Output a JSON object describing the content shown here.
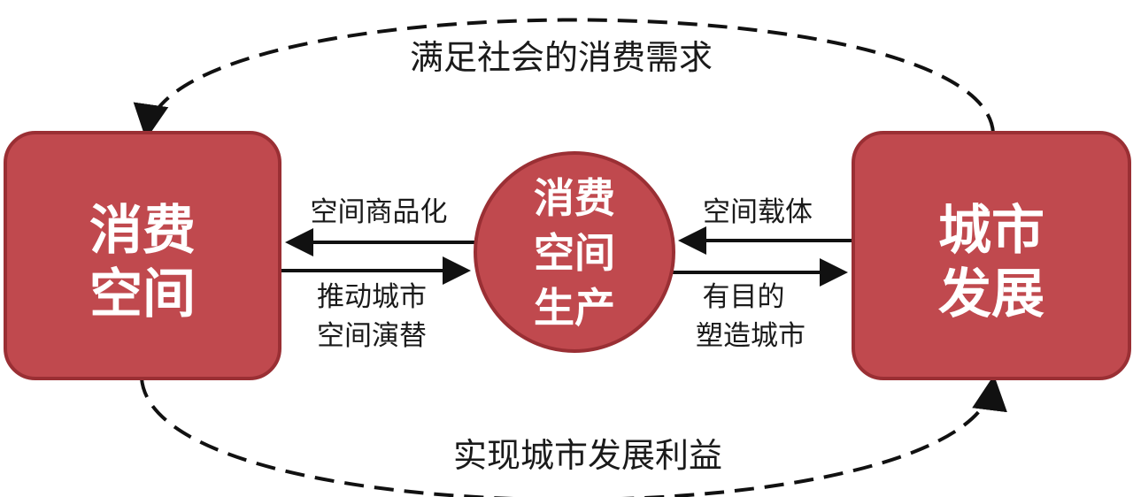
{
  "colors": {
    "node_fill": "#c0494e",
    "node_stroke": "#9a2f34",
    "arrow": "#111111",
    "text": "#1a1a1a"
  },
  "nodes": {
    "consumption_space": {
      "line1": "消费",
      "line2": "空间"
    },
    "space_production": {
      "line1": "消费",
      "line2": "空间",
      "line3": "生产"
    },
    "urban_development": {
      "line1": "城市",
      "line2": "发展"
    }
  },
  "edges": {
    "left_top": "空间商品化",
    "left_bottom_line1": "推动城市",
    "left_bottom_line2": "空间演替",
    "right_top": "空间载体",
    "right_bottom_line1": "有目的",
    "right_bottom_line2": "塑造城市"
  },
  "loops": {
    "top": "满足社会的消费需求",
    "bottom": "实现城市发展利益"
  }
}
